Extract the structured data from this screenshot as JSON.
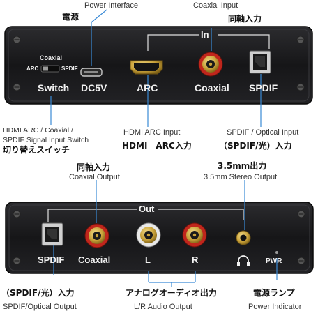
{
  "top": {
    "power_interface": "Power Interface",
    "power_jp": "電源",
    "coaxial_input": "Coaxial Input",
    "coaxial_input_jp": "同軸入力",
    "in_label": "In",
    "switch_pos_top": "Coaxial",
    "switch_pos_left": "ARC",
    "switch_pos_right": "SPDIF",
    "switch_label": "Switch",
    "dc_label": "DC5V",
    "arc_label": "ARC",
    "coaxial_label": "Coaxial",
    "spdif_label": "SPDIF",
    "switch_desc_1": "HDMI ARC / Coaxial /",
    "switch_desc_2": "SPDIF Signal Input Switch",
    "switch_desc_jp": "切り替えスイッチ",
    "hdmi_input": "HDMI ARC Input",
    "hdmi_input_jp": "HDMI　ARC入力",
    "spdif_input": "SPDIF / Optical Input",
    "spdif_input_jp": "（SPDIF/光）入力"
  },
  "bottom": {
    "coaxial_output_jp": "同軸入力",
    "coaxial_output": "Coaxial Output",
    "stereo_jp": "3.5mm出力",
    "stereo_output": "3.5mm Stereo Output",
    "out_label": "Out",
    "spdif_label": "SPDIF",
    "coaxial_label": "Coaxial",
    "l_label": "L",
    "r_label": "R",
    "pwr_label": "PWR",
    "spdif_output_jp": "（SPDIF/光）入力",
    "spdif_output": "SPDIF/Optical Output",
    "analog_jp": "アナログオーディオ出力",
    "lr_output": "L/R Audio Output",
    "power_lamp_jp": "電源ランプ",
    "power_indicator": "Power Indicator"
  },
  "colors": {
    "device": "#1b1b1d",
    "rca_red": "#c0261c",
    "rca_white": "#e8e8e8",
    "gold": "#c9a23a",
    "line_blue": "#3a8ad6"
  }
}
